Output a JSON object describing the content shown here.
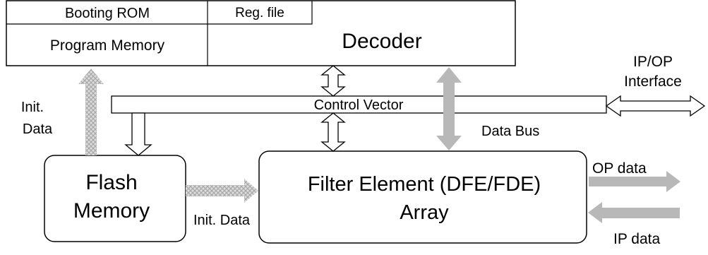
{
  "blocks": {
    "booting_rom": "Booting ROM",
    "reg_file": "Reg. file",
    "program_memory": "Program Memory",
    "decoder": "Decoder",
    "control_vector": "Control Vector",
    "flash_memory_line1": "Flash",
    "flash_memory_line2": "Memory",
    "filter_line1": "Filter Element (DFE/FDE)",
    "filter_line2": "Array"
  },
  "labels": {
    "init_data_top_line1": "Init.",
    "init_data_top_line2": "Data",
    "init_data_bottom": "Init. Data",
    "data_bus": "Data Bus",
    "ipop_line1": "IP/OP",
    "ipop_line2": "Interface",
    "op_data": "OP data",
    "ip_data": "IP  data"
  },
  "colors": {
    "outline": "#000000",
    "arrow_gray": "#b8b8b8",
    "hatch_gray": "#c8c8c8"
  }
}
